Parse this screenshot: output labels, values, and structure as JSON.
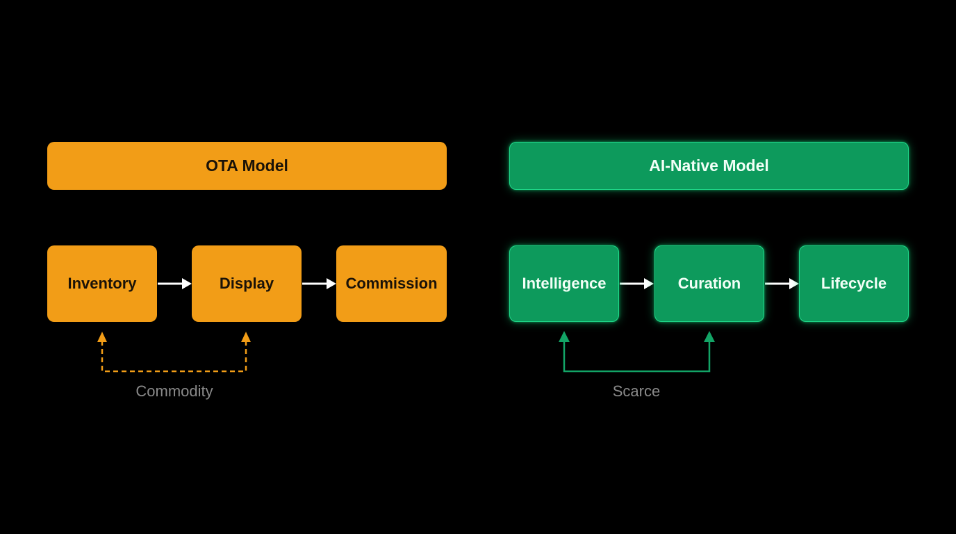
{
  "ota": {
    "title": "OTA Model",
    "steps": [
      "Inventory",
      "Display",
      "Commission"
    ],
    "loop_label": "Commodity",
    "color": "#f29d17"
  },
  "ai_native": {
    "title": "AI-Native Model",
    "steps": [
      "Intelligence",
      "Curation",
      "Lifecycle"
    ],
    "loop_label": "Scarce",
    "color": "#0d9a5c",
    "glow_color": "#1fd98a"
  },
  "arrow_color": "#ffffff",
  "caption_color": "#8a8a8a"
}
